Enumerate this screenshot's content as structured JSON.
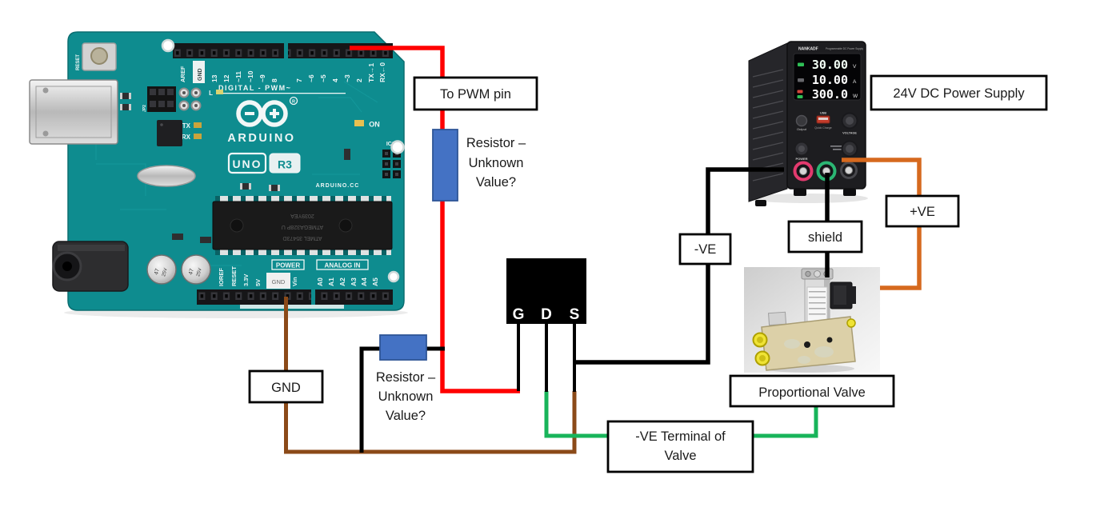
{
  "colors": {
    "wire_red": "#FF0000",
    "wire_brown": "#8B4A18",
    "wire_green": "#18B45A",
    "wire_orange": "#D6691E",
    "wire_black": "#000000",
    "resistor_blue": "#4472C4",
    "resistor_border": "#2F5597",
    "pcb_teal": "#0E8C8F"
  },
  "labels": {
    "to_pwm": "To PWM pin",
    "psu": "24V DC Power Supply",
    "plus_ve": "+VE",
    "minus_ve": "-VE",
    "shield": "shield",
    "gnd": "GND",
    "prop_valve": "Proportional Valve",
    "ve_terminal_line1": "-VE Terminal of",
    "ve_terminal_line2": "Valve",
    "resistor_line1": "Resistor –",
    "resistor_line2": "Unknown",
    "resistor_line3": "Value?"
  },
  "mosfet": {
    "pin_g": "G",
    "pin_d": "D",
    "pin_s": "S"
  },
  "arduino": {
    "digital_pins": [
      "13",
      "12",
      "~11",
      "~10",
      "~9",
      "8",
      "7",
      "~6",
      "~5",
      "4",
      "~3",
      "2",
      "TX→1",
      "RX←0"
    ],
    "aref": "AREF",
    "gnd_top": "GND",
    "power_pins": [
      "IOREF",
      "RESET",
      "3.3V",
      "5V",
      "Vin"
    ],
    "gnd_pad": "GND",
    "analog_pins": [
      "A0",
      "A1",
      "A2",
      "A3",
      "A4",
      "A5"
    ],
    "digital_pwm": "DIGITAL - PWM~",
    "brand": "ARDUINO",
    "model_uno": "UNO",
    "model_r3": "R3",
    "power_section": "POWER",
    "analog_section": "ANALOG IN",
    "on": "ON",
    "icsp": "ICSP",
    "led_l": "L",
    "led_tx": "TX",
    "led_rx": "RX",
    "reset": "RESET",
    "jp2": "JP2",
    "site": "ARDUINO.CC",
    "chip_line1": "2039YEA",
    "chip_line2": "ATMEGA328P U",
    "chip_line3": "ATMEL 35473D",
    "cap_value": "47",
    "cap_voltage": "25V"
  },
  "psu": {
    "brand": "NANKADF",
    "subtitle": "Programmable DC Power Supply",
    "display_rows": [
      {
        "value": "30.00",
        "unit": "V"
      },
      {
        "value": "10.00",
        "unit": "A"
      },
      {
        "value": "300.0",
        "unit": "W"
      }
    ],
    "controls": {
      "output": "Output",
      "usb": "USB",
      "quick_charge": "Quick Charge",
      "voltage": "VOLTAGE",
      "power": "POWER",
      "current": "CURRENT"
    }
  }
}
